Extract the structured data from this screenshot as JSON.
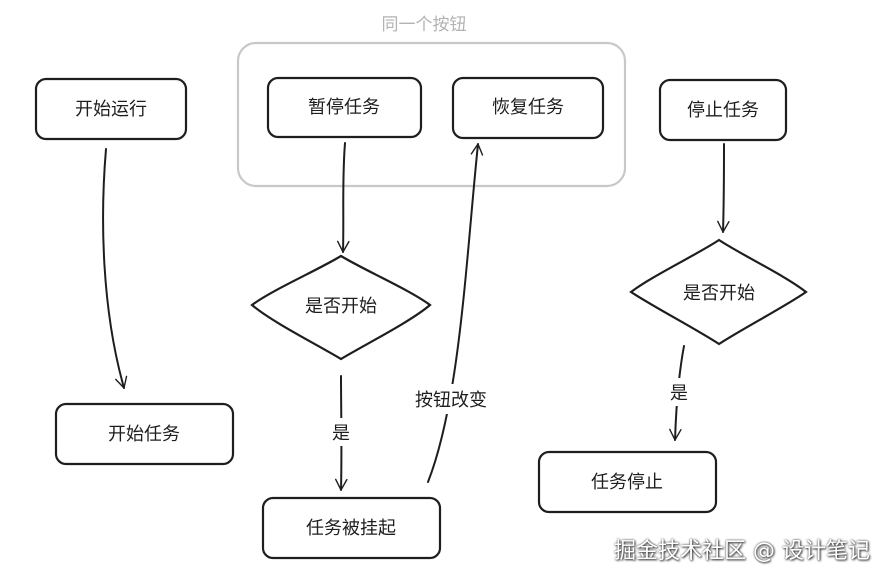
{
  "group": {
    "label": "同一个按钮"
  },
  "nodes": {
    "start_run": "开始运行",
    "start_task": "开始任务",
    "pause_task": "暂停任务",
    "resume_task": "恢复任务",
    "is_started_mid": "是否开始",
    "task_suspended": "任务被挂起",
    "stop_task": "停止任务",
    "is_started_right": "是否开始",
    "task_stopped": "任务停止"
  },
  "edges": {
    "yes_mid": "是",
    "yes_right": "是",
    "button_change": "按钮改变"
  },
  "watermark": "掘金技术社区 @ 设计笔记"
}
